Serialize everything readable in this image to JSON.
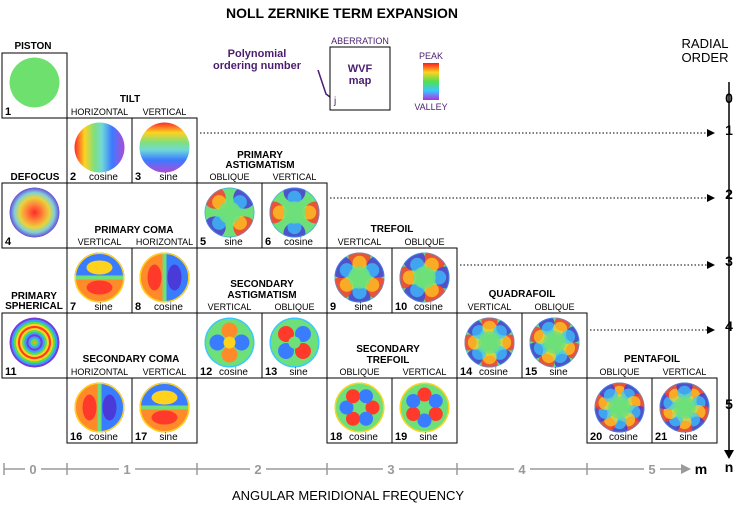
{
  "title": "NOLL ZERNIKE TERM EXPANSION",
  "legend": {
    "pointer_text_1": "Polynomial",
    "pointer_text_2": "ordering number",
    "box_label": "ABERRATION",
    "box_text_1": "WVF",
    "box_text_2": "map",
    "index_symbol": "j",
    "peak": "PEAK",
    "valley": "VALLEY"
  },
  "radial_axis": {
    "label_1": "RADIAL",
    "label_2": "ORDER",
    "orders": [
      "0",
      "1",
      "2",
      "3",
      "4",
      "5"
    ],
    "symbol": "n"
  },
  "angular_axis": {
    "label": "ANGULAR MERIDIONAL FREQUENCY",
    "ticks": [
      "0",
      "1",
      "2",
      "3",
      "4",
      "5"
    ],
    "symbol": "m"
  },
  "groups": {
    "piston": "PISTON",
    "tilt": "TILT",
    "defocus": "DEFOCUS",
    "astig_1": "PRIMARY",
    "astig_2": "ASTIGMATISM",
    "coma": "PRIMARY COMA",
    "trefoil": "TREFOIL",
    "spherical_1": "PRIMARY",
    "spherical_2": "SPHERICAL",
    "sec_astig_1": "SECONDARY",
    "sec_astig_2": "ASTIGMATISM",
    "quadrafoil": "QUADRAFOIL",
    "sec_coma": "SECONDARY COMA",
    "sec_trefoil_1": "SECONDARY",
    "sec_trefoil_2": "TREFOIL",
    "pentafoil": "PENTAFOIL"
  },
  "terms": [
    {
      "j": "1",
      "sub": "",
      "func": ""
    },
    {
      "j": "2",
      "sub": "HORIZONTAL",
      "func": "cosine"
    },
    {
      "j": "3",
      "sub": "VERTICAL",
      "func": "sine"
    },
    {
      "j": "4",
      "sub": "",
      "func": ""
    },
    {
      "j": "5",
      "sub": "OBLIQUE",
      "func": "sine"
    },
    {
      "j": "6",
      "sub": "VERTICAL",
      "func": "cosine"
    },
    {
      "j": "7",
      "sub": "VERTICAL",
      "func": "sine"
    },
    {
      "j": "8",
      "sub": "HORIZONTAL",
      "func": "cosine"
    },
    {
      "j": "9",
      "sub": "VERTICAL",
      "func": "sine"
    },
    {
      "j": "10",
      "sub": "OBLIQUE",
      "func": "cosine"
    },
    {
      "j": "11",
      "sub": "",
      "func": ""
    },
    {
      "j": "12",
      "sub": "VERTICAL",
      "func": "cosine"
    },
    {
      "j": "13",
      "sub": "OBLIQUE",
      "func": "sine"
    },
    {
      "j": "14",
      "sub": "VERTICAL",
      "func": "cosine"
    },
    {
      "j": "15",
      "sub": "OBLIQUE",
      "func": "sine"
    },
    {
      "j": "16",
      "sub": "HORIZONTAL",
      "func": "cosine"
    },
    {
      "j": "17",
      "sub": "VERTICAL",
      "func": "sine"
    },
    {
      "j": "18",
      "sub": "OBLIQUE",
      "func": "cosine"
    },
    {
      "j": "19",
      "sub": "VERTICAL",
      "func": "sine"
    },
    {
      "j": "20",
      "sub": "OBLIQUE",
      "func": "cosine"
    },
    {
      "j": "21",
      "sub": "VERTICAL",
      "func": "sine"
    }
  ],
  "colors": {
    "piston": "#6ee06e",
    "frame": "#000000",
    "axis_grey": "#9a9a9a",
    "legend_purple": "#4a1e6e"
  }
}
